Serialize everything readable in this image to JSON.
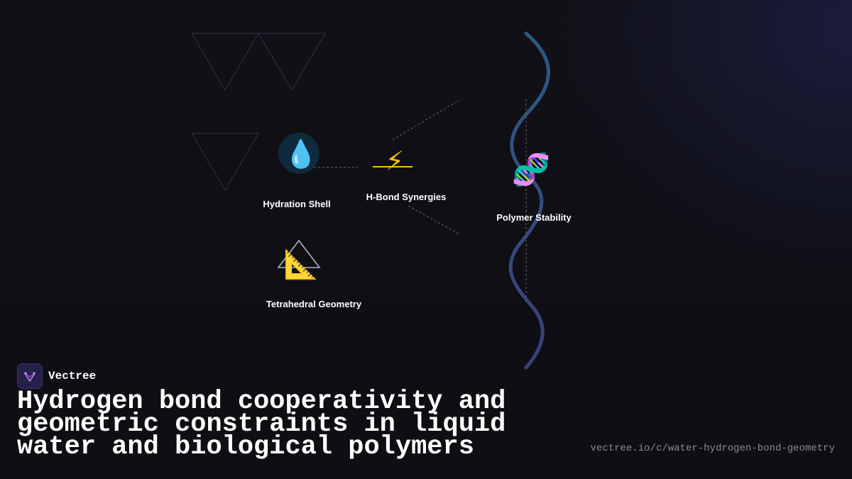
{
  "diagram": {
    "nodes": [
      {
        "id": "hydration",
        "label": "Hydration Shell",
        "icon": "droplet-icon",
        "glyph": "💧"
      },
      {
        "id": "hbond",
        "label": "H-Bond Synergies",
        "icon": "lightning-icon",
        "glyph": "⚡"
      },
      {
        "id": "polymer",
        "label": "Polymer Stability",
        "icon": "dna-icon",
        "glyph": "🧬"
      },
      {
        "id": "tetra",
        "label": "Tetrahedral Geometry",
        "icon": "triangle-ruler-icon",
        "glyph": "📐"
      }
    ]
  },
  "brand": {
    "name": "Vectree",
    "icon": "vectree-logo-icon"
  },
  "title": "Hydrogen bond cooperativity and geometric constraints in liquid water and biological polymers",
  "url": "vectree.io/c/water-hydrogen-bond-geometry",
  "colors": {
    "background": "#101016",
    "helix_start": "#2a5a82",
    "helix_end": "#3c3f78",
    "triangle_stroke": "#2a2f3c",
    "connector": "#6a6a74",
    "droplet_bg": "#0f2a3c"
  }
}
